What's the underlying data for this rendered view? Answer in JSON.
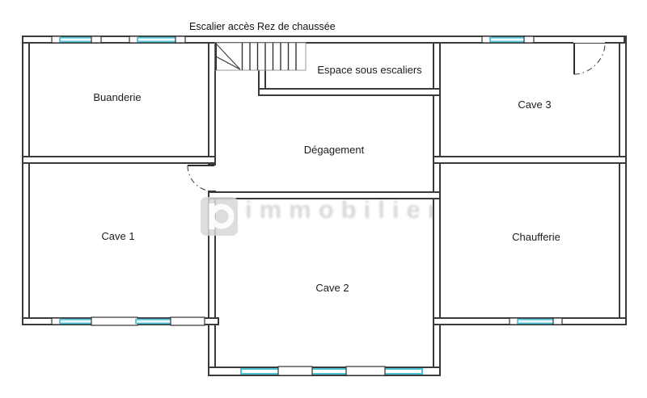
{
  "title": "Escalier accès Rez de chaussée",
  "rooms": {
    "buanderie": "Buanderie",
    "espace_sous_escaliers": "Espace sous escaliers",
    "cave_3": "Cave 3",
    "degagement": "Dégagement",
    "cave_1": "Cave 1",
    "cave_2": "Cave 2",
    "chaufferie": "Chaufferie"
  },
  "watermark": {
    "text": "immobilier",
    "logo": "rounded-square-logo"
  },
  "colors": {
    "wall_line": "#3a3a3a",
    "window_glass_stroke": "#4fc3d8",
    "window_glass_fill": "#eff9fb",
    "watermark_gray": "#cccccc",
    "label_text": "#1c1c1c"
  }
}
